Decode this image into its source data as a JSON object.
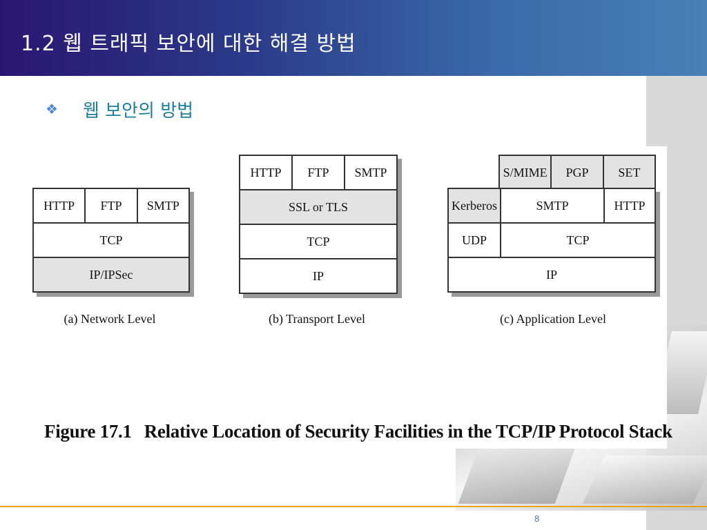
{
  "header": {
    "title": "1.2 웹 트래픽 보안에 대한 해결 방법"
  },
  "section": {
    "bullet": "❖",
    "subtitle": "웹 보안의 방법"
  },
  "diagrams": {
    "network": {
      "rows": [
        [
          "HTTP",
          "FTP",
          "SMTP"
        ],
        [
          "TCP"
        ],
        [
          "IP/IPSec"
        ]
      ],
      "caption": "(a) Network Level"
    },
    "transport": {
      "rows": [
        [
          "HTTP",
          "FTP",
          "SMTP"
        ],
        [
          "SSL or TLS"
        ],
        [
          "TCP"
        ],
        [
          "IP"
        ]
      ],
      "caption": "(b) Transport Level"
    },
    "application": {
      "rows": [
        [
          "S/MIME",
          "PGP",
          "SET"
        ],
        [
          "Kerberos",
          "SMTP",
          "HTTP"
        ],
        [
          "UDP",
          "TCP"
        ],
        [
          "IP"
        ]
      ],
      "caption": "(c) Application Level"
    }
  },
  "figure": {
    "number": "Figure 17.1",
    "text": "Relative Location of Security Facilities in the TCP/IP Protocol Stack"
  },
  "footer": {
    "page": "8"
  },
  "colors": {
    "header_start": "#2a1670",
    "header_end": "#4a80b6",
    "subtitle": "#1c7fa0",
    "footer_line": "#e8a317",
    "shaded_cell": "#e3e3e3"
  }
}
